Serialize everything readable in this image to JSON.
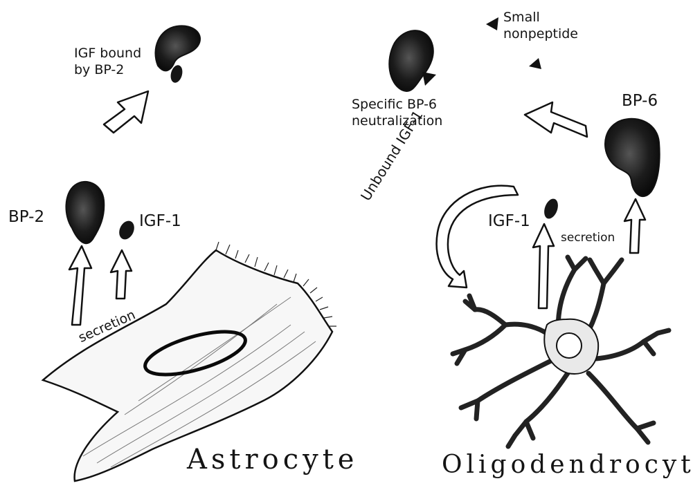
{
  "labels": {
    "igf_bound": "IGF bound",
    "by_bp2": "by BP-2",
    "small": "Small",
    "nonpeptide": "nonpeptide",
    "specific_bp6": "Specific BP-6",
    "neutralization": "neutralization",
    "bp6": "BP-6",
    "bp2": "BP-2",
    "igf1_left": "IGF-1",
    "igf1_right": "IGF-1",
    "unbound_igf1": "Unbound IGF-1",
    "secretion_left": "secretion",
    "secretion_right": "secretion",
    "astrocyte": "Astrocyte",
    "oligodendrocyte": "Oligodendrocyte"
  },
  "icons": {
    "bp": "binding-protein-blob",
    "igf": "igf-oval",
    "nonpeptide": "triangle",
    "arrow": "hollow-arrow"
  },
  "colors": {
    "ink": "#141414",
    "paper": "#ffffff",
    "shade": "#2a2a2a"
  }
}
